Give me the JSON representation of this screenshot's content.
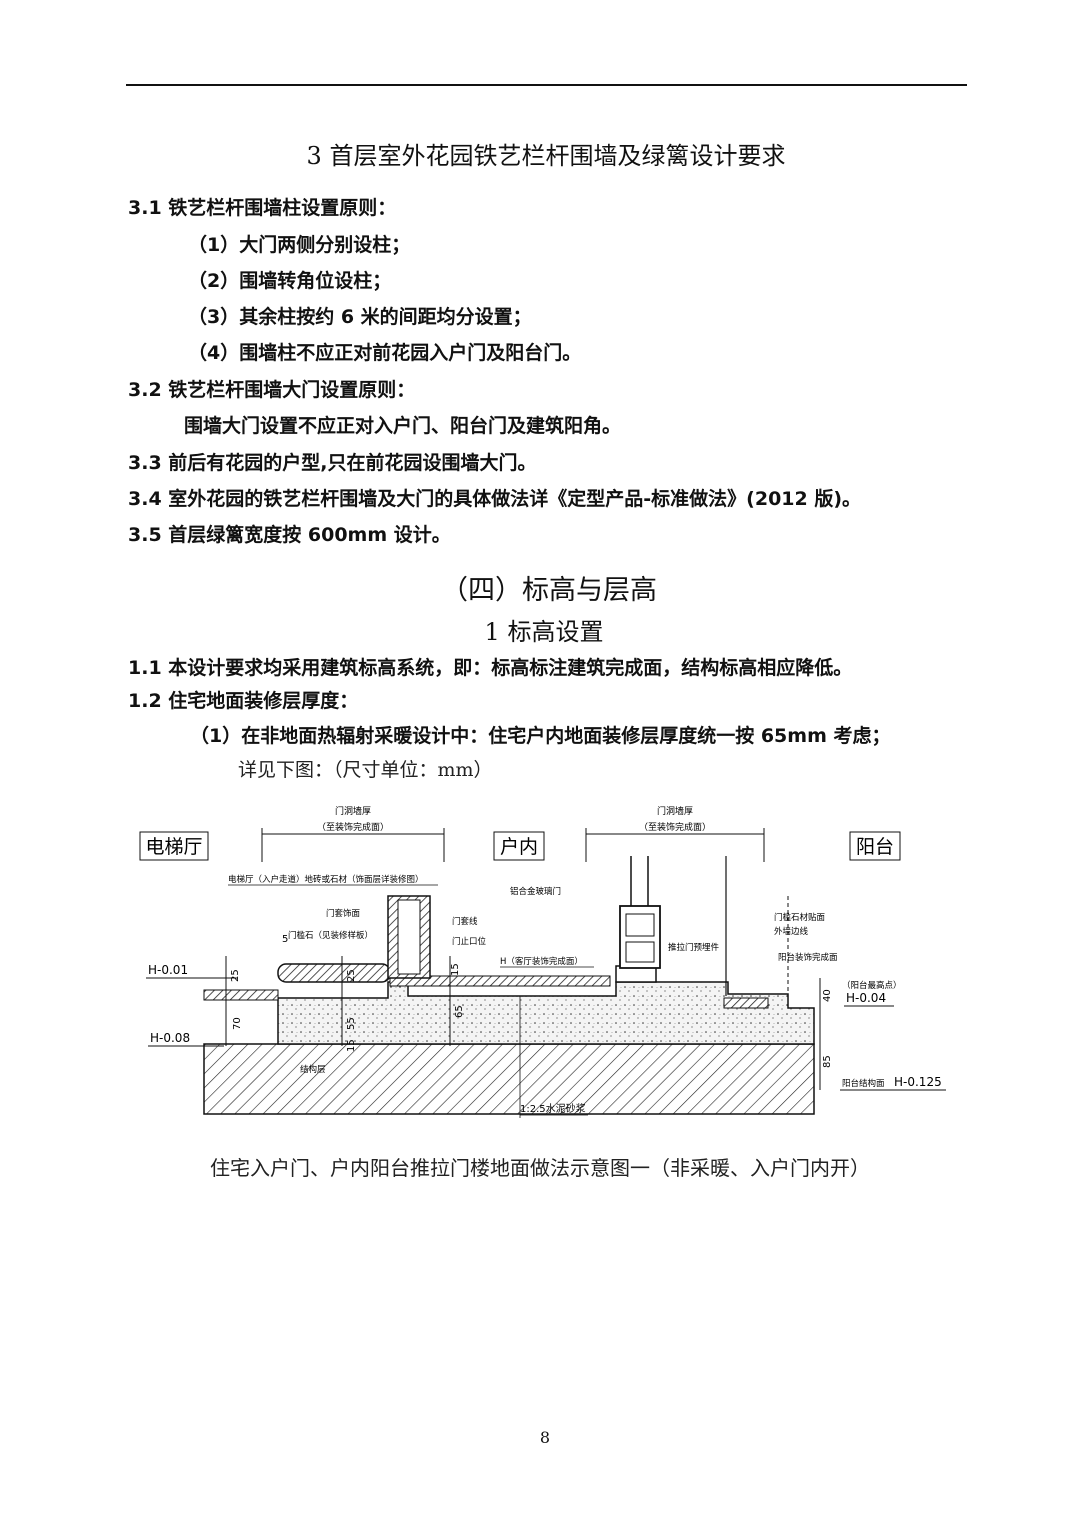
{
  "section3": {
    "title": "3  首层室外花园铁艺栏杆围墙及绿篱设计要求",
    "s31": "3.1  铁艺栏杆围墙柱设置原则：",
    "s31_items": [
      "（1）大门两侧分别设柱；",
      "（2）围墙转角位设柱；",
      "（3）其余柱按约 6 米的间距均分设置；",
      "（4）围墙柱不应正对前花园入户门及阳台门。"
    ],
    "s32": "3.2  铁艺栏杆围墙大门设置原则：",
    "s32_body": "围墙大门设置不应正对入户门、阳台门及建筑阳角。",
    "s33": "3.3  前后有花园的户型,只在前花园设围墙大门。",
    "s34": "3.4  室外花园的铁艺栏杆围墙及大门的具体做法详《定型产品-标准做法》(2012 版)。",
    "s35": "3.5  首层绿篱宽度按 600mm 设计。"
  },
  "section4": {
    "title": "（四）标高与层高",
    "sub_title": "1  标高设置",
    "p11": "1.1 本设计要求均采用建筑标高系统，即：标高标注建筑完成面，结构标高相应降低。",
    "p12": "1.2 住宅地面装修层厚度：",
    "item1": "（1）在非地面热辐射采暖设计中：住宅户内地面装修层厚度统一按 65mm 考虑；",
    "note": "详见下图：（尺寸单位：mm）"
  },
  "drawing": {
    "room_labels": [
      "电梯厅",
      "户内",
      "阳台"
    ],
    "dim_labels_1": [
      "门洞墙厚",
      "（至装饰完成面）"
    ],
    "dim_labels_2": [
      "门洞墙厚",
      "（至装饰完成面）"
    ],
    "callouts": [
      "电梯厅（入户走道）地砖或石材（饰面层详装修图）",
      "门套饰面",
      "门槛石（见装修样板）",
      "门套线",
      "门止口位",
      "H（客厅装饰完成面）",
      "铝合金玻璃门",
      "推拉门预埋件",
      "门槛石材贴面",
      "外墙边线",
      "阳台装饰完成面",
      "（阳台最高点）",
      "结构层",
      "1:2.5水泥砂浆"
    ],
    "levels": [
      "H-0.01",
      "H-0.08",
      "H-0.04",
      "H-0.125"
    ],
    "dims": [
      "5",
      "25",
      "25",
      "15",
      "70",
      "55",
      "65",
      "15",
      "40",
      "85"
    ]
  },
  "caption": "住宅入户门、户内阳台推拉门楼地面做法示意图一（非采暖、入户门内开）",
  "page_number": "8"
}
